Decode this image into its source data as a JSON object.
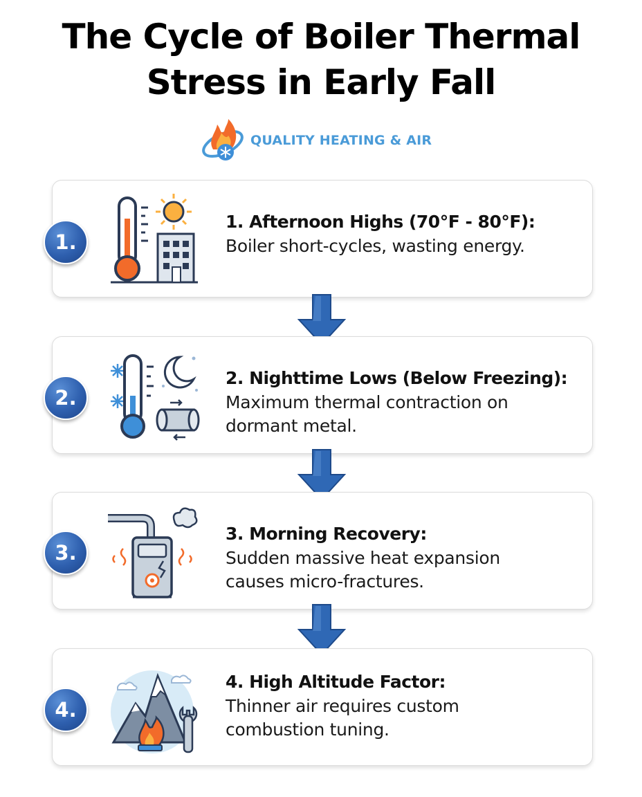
{
  "title": {
    "line1": "The Cycle of Boiler Thermal",
    "line2": "Stress in Early Fall"
  },
  "brand": {
    "name": "QUALITY HEATING & AIR",
    "logo_icon": "flame-snowflake-logo-icon",
    "color": "#4a9bd8"
  },
  "colors": {
    "badge": "#2e5fae",
    "arrow": "#2f68b5",
    "hot": "#f26b2a",
    "cold": "#3e8fd8"
  },
  "steps": [
    {
      "number": "1.",
      "heading": "1. Afternoon Highs (70°F - 80°F):",
      "description": [
        "Boiler short-cycles, wasting energy."
      ],
      "icon": "thermometer-sun-building-icon"
    },
    {
      "number": "2.",
      "heading": "2. Nighttime Lows (Below Freezing):",
      "description": [
        "Maximum thermal contraction on",
        "dormant metal."
      ],
      "icon": "thermometer-moon-pipe-icon"
    },
    {
      "number": "3.",
      "heading": "3. Morning Recovery:",
      "description": [
        "Sudden massive heat expansion",
        "causes micro-fractures."
      ],
      "icon": "cracked-boiler-icon"
    },
    {
      "number": "4.",
      "heading": "4. High Altitude Factor:",
      "description": [
        "Thinner air requires custom",
        "combustion tuning."
      ],
      "icon": "mountain-flame-wrench-icon"
    }
  ]
}
